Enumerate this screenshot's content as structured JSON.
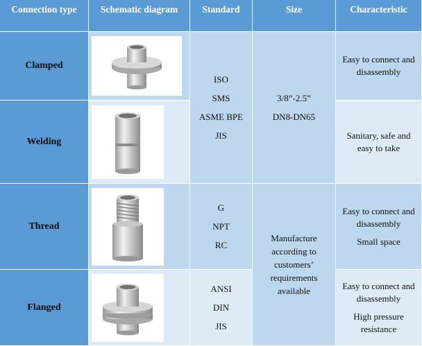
{
  "headers": [
    "Connection type",
    "Schematic diagram",
    "Standard",
    "Size",
    "Characteristic"
  ],
  "rows": [
    {
      "type": "Clamped",
      "diagram_icon": "clamp-fitting-icon",
      "characteristic": [
        "Easy to connect and disassembly"
      ]
    },
    {
      "type": "Welding",
      "diagram_icon": "weld-fitting-icon",
      "characteristic": [
        "Sanitary, safe and easy to take"
      ]
    },
    {
      "type": "Thread",
      "diagram_icon": "thread-fitting-icon",
      "characteristic": [
        "Easy to connect and disassembly",
        "Small space"
      ]
    },
    {
      "type": "Flanged",
      "diagram_icon": "flange-fitting-icon",
      "characteristic": [
        "Easy to connect and disassembly",
        "High pressure resistance"
      ]
    }
  ],
  "standards": {
    "group1": [
      "ISO",
      "SMS",
      "ASME BPE",
      "JIS"
    ],
    "group2": [
      "G",
      "NPT",
      "RC"
    ],
    "group3": [
      "ANSI",
      "DIN",
      "JIS"
    ]
  },
  "sizes": {
    "group1": [
      "3/8”-2.5”",
      "DN8-DN65"
    ],
    "group2": [
      "Manufacture according to customers’ requirements available"
    ]
  },
  "colors": {
    "header_bg": "#5b9bd5",
    "row_dark": "#bdd7ee",
    "row_light": "#ddebf7"
  }
}
